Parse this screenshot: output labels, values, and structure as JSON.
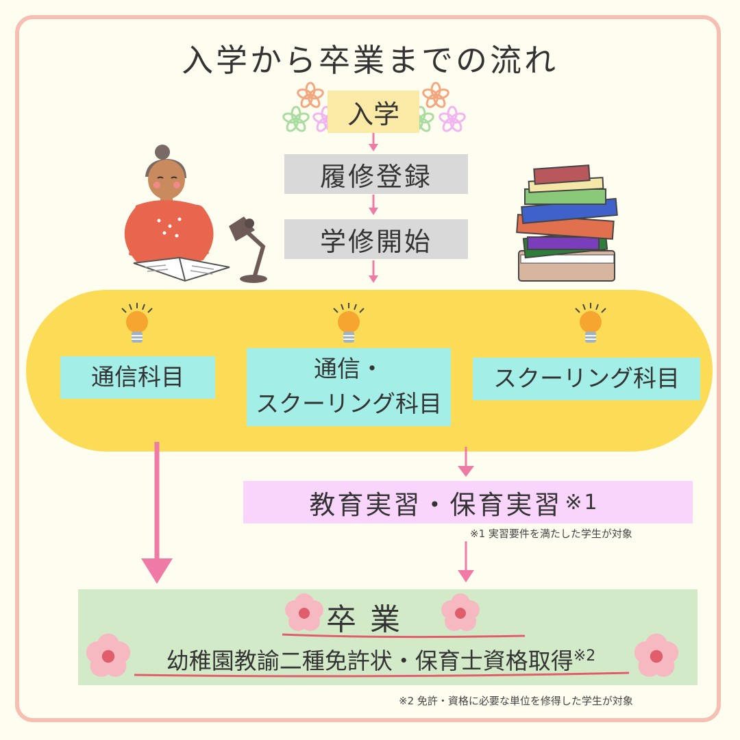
{
  "title": "入学から卒業までの流れ",
  "steps": {
    "enroll": "入学",
    "registration": "履修登録",
    "start_study": "学修開始"
  },
  "subjects": {
    "correspondence": "通信科目",
    "mixed_line1": "通信・",
    "mixed_line2": "スクーリング科目",
    "schooling": "スクーリング科目"
  },
  "practice": {
    "label": "教育実習・保育実習",
    "mark": "※1",
    "note": "※1 実習要件を満たした学生が対象"
  },
  "graduation": {
    "title": "卒業",
    "license": "幼稚園教諭二種免許状・保育士資格取得",
    "mark": "※2",
    "note": "※2 免許・資格に必要な単位を修得した学生が対象"
  },
  "colors": {
    "frame": "#f6bfb3",
    "background": "#fffdf0",
    "enroll_box": "#fbe9a6",
    "step_box": "#d9d9d9",
    "subject_pill": "#fcdc57",
    "subject_box": "#a3eee6",
    "practice_box": "#f9d4fb",
    "graduation_box": "#d2eac8",
    "arrow": "#f07aa6"
  },
  "icons": [
    "flower-icon",
    "lightbulb-icon",
    "student-reading-illustration",
    "desk-lamp-icon",
    "book-stack-illustration",
    "cherry-blossom-icon"
  ]
}
